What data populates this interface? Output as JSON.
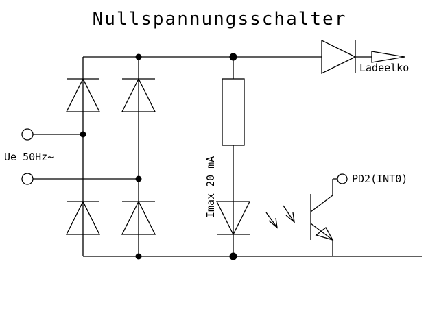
{
  "title": "Nullspannungsschalter",
  "labels": {
    "input_voltage": "Ue 50Hz~",
    "current_limit": "Imax 20 mA",
    "output_load": "Ladeelko",
    "output_pin": "PD2(INT0)"
  },
  "components": [
    {
      "id": "D1",
      "type": "diode",
      "role": "bridge-rectifier-upper-left"
    },
    {
      "id": "D2",
      "type": "diode",
      "role": "bridge-rectifier-upper-right"
    },
    {
      "id": "D3",
      "type": "diode",
      "role": "bridge-rectifier-lower-left"
    },
    {
      "id": "D4",
      "type": "diode",
      "role": "bridge-rectifier-lower-right"
    },
    {
      "id": "R1",
      "type": "resistor",
      "role": "series-resistor"
    },
    {
      "id": "LED1",
      "type": "diode",
      "role": "optocoupler-led"
    },
    {
      "id": "D5",
      "type": "diode",
      "role": "output-diode"
    },
    {
      "id": "Q1",
      "type": "phototransistor",
      "role": "optocoupler-transistor"
    }
  ],
  "colors": {
    "line": "#000000",
    "background": "#ffffff"
  }
}
